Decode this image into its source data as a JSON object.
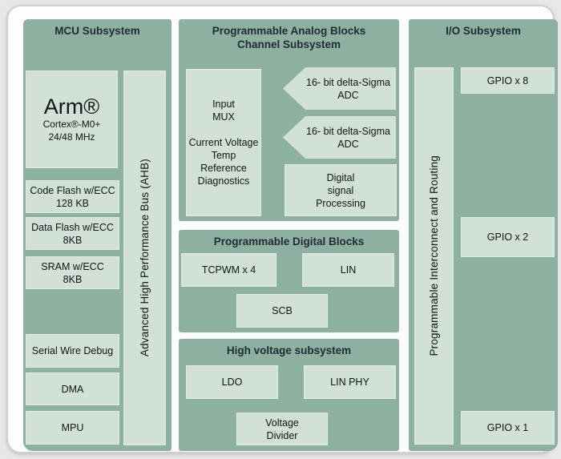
{
  "colors": {
    "panel": "#8DB0A0",
    "block": "#D2E1D6",
    "header_text": "#1F2B38",
    "block_text": "#0F1418",
    "page_bg": "#E7E7E7",
    "card_bg": "#FDFDFD",
    "card_border": "#CFCFCF"
  },
  "mcu": {
    "title": "MCU Subsystem",
    "arm_name": "Arm®",
    "arm_sub1": "Cortex®-M0+",
    "arm_sub2": "24/48 MHz",
    "ahb_bus": "Advanced High Performance Bus (AHB)",
    "code_flash": "Code Flash w/ECC\n128 KB",
    "data_flash": "Data Flash w/ECC\n8KB",
    "sram": "SRAM w/ECC\n8KB",
    "swd": "Serial Wire Debug",
    "dma": "DMA",
    "mpu": "MPU"
  },
  "analog": {
    "title": "Programmable Analog Blocks\nChannel Subsystem",
    "input_mux": "Input\nMUX\n\nCurrent Voltage\nTemp\nReference\nDiagnostics",
    "adc1": "16- bit delta-Sigma\nADC",
    "adc2": "16- bit delta-Sigma\nADC",
    "dsp": "Digital\nsignal\nProcessing"
  },
  "digital": {
    "title": "Programmable Digital Blocks",
    "tcpwm": "TCPWM x 4",
    "lin": "LIN",
    "scb": "SCB"
  },
  "hv": {
    "title": "High voltage subsystem",
    "ldo": "LDO",
    "lin_phy": "LIN PHY",
    "voltage_divider": "Voltage\nDivider"
  },
  "io": {
    "title": "I/O Subsystem",
    "interconnect": "Programmable Interconnect and Routing",
    "gpio8": "GPIO x 8",
    "gpio2": "GPIO x 2",
    "gpio1": "GPIO x 1"
  }
}
